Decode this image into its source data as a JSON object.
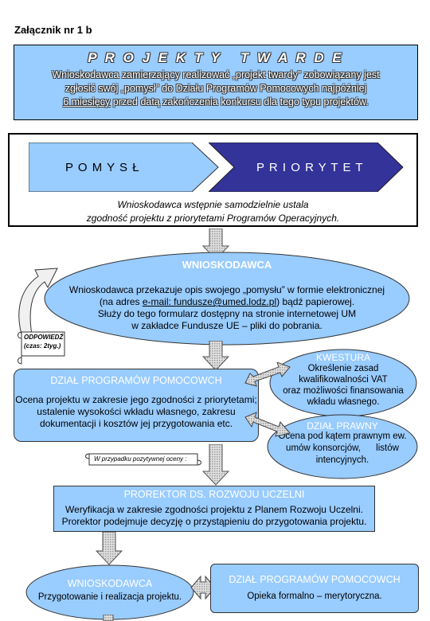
{
  "title": "Załącznik nr 1 b",
  "top_box": {
    "heading": "P R O J E K T Y   T W A R D E",
    "line1": "Wnioskodawca zamierzający realizować „projekt twardy” zobowiązany jest",
    "line2": "zgłosić swój „pomysł” do Działu Programów Pomocowych najpóźniej",
    "line3_underlined": "6 miesięcy",
    "line3_rest": " przed datą zakończenia konkursu dla tego typu projektów."
  },
  "priority_box": {
    "pomysl": "P O M Y S Ł",
    "priorytet": "P R I O R Y T E T",
    "note_line1": "Wnioskodawca wstępnie samodzielnie ustala",
    "note_line2": "zgodność projektu z priorytetami Programów Operacyjnych."
  },
  "applicant_ellipse": {
    "title": "WNIOSKODAWCA",
    "line1": "Wnioskodawca przekazuje opis swojego „pomysłu” w formie elektronicznej",
    "line2_pre": "(na adres ",
    "line2_link": "e-mail: fundusze@umed.lodz.pl",
    "line2_post": ") bądź papierowej.",
    "line3": "Służy do tego formularz dostępny na stronie internetowej UM",
    "line4": "w zakładce Fundusze UE – pliki do pobrania."
  },
  "response_scroll": {
    "line1": "ODPOWIEDŹ",
    "line2": "(czas: 2tyg.)"
  },
  "dzial_box": {
    "title": "DZIAŁ PROGRAMÓW POMOCOWCH",
    "line1": "Ocena projektu w zakresie jego zgodności z priorytetami;",
    "line2": "ustalenie wysokości wkładu własnego, zakresu",
    "line3": "dokumentacji i kosztów jej przygotowania etc."
  },
  "positive_scroll": "W przypadku pozytywnej oceny :",
  "kwestura": {
    "title": "KWESTURA",
    "line1": "Określenie zasad",
    "line2": "kwalifikowalności VAT",
    "line3": "oraz możliwości finansowania",
    "line4": "wkładu własnego."
  },
  "dzial_prawny": {
    "title": "DZIAŁ PRAWNY",
    "line1": "Ocena pod kątem prawnym ew.",
    "line2": "umów konsorcjów,      listów",
    "line3": "intencyjnych."
  },
  "prorektor": {
    "title": "PROREKTOR DS. ROZWOJU UCZELNI",
    "line1": "Weryfikacja w zakresie zgodności projektu z Planem Rozwoju Uczelni.",
    "line2": "Prorektor podejmuje decyzję o przystąpieniu do przygotowania projektu."
  },
  "bottom_left": {
    "title": "WNIOSKODAWCA",
    "line1": "Przygotowanie i realizacja projektu."
  },
  "bottom_right": {
    "title": "DZIAŁ PROGRAMÓW POMOCOWCH",
    "line1": "Opieka formalno – merytoryczna."
  },
  "colors": {
    "light_blue": "#99ccff",
    "navy": "#333399",
    "arrow_gray": "#c0c0c0"
  }
}
